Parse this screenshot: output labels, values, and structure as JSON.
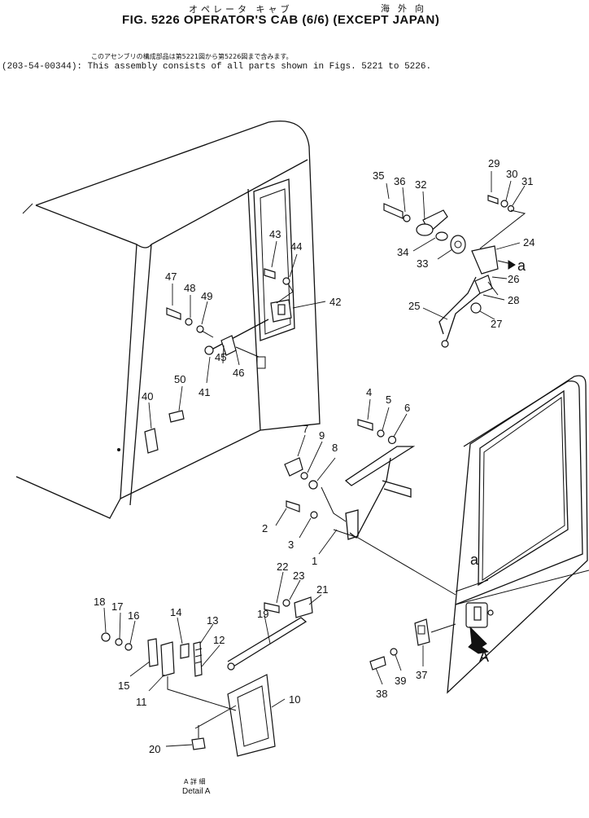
{
  "header": {
    "jp_title_left": "オペレータ キャブ",
    "jp_title_right": "海外向",
    "title": "FIG. 5226  OPERATOR'S CAB (6/6)  (EXCEPT  JAPAN)",
    "note_jp": "このアセンブリの構成部品は第5221図から第5226図まで含みます。",
    "note_en": "(203-54-00344): This assembly consists of all parts shown in Figs. 5221 to 5226."
  },
  "callouts": [
    "1",
    "2",
    "3",
    "4",
    "5",
    "6",
    "7",
    "8",
    "9",
    "10",
    "11",
    "12",
    "13",
    "14",
    "15",
    "16",
    "17",
    "18",
    "19",
    "20",
    "21",
    "22",
    "23",
    "24",
    "25",
    "26",
    "27",
    "28",
    "29",
    "30",
    "31",
    "32",
    "33",
    "34",
    "35",
    "36",
    "37",
    "38",
    "39",
    "40",
    "41",
    "42",
    "43",
    "44",
    "45",
    "46",
    "47",
    "48",
    "49",
    "50"
  ],
  "view_labels": {
    "a_right": "a",
    "a_door": "a",
    "arrow_A": "A"
  },
  "detail": {
    "jp": "A 詳 細",
    "en": "Detail A"
  }
}
